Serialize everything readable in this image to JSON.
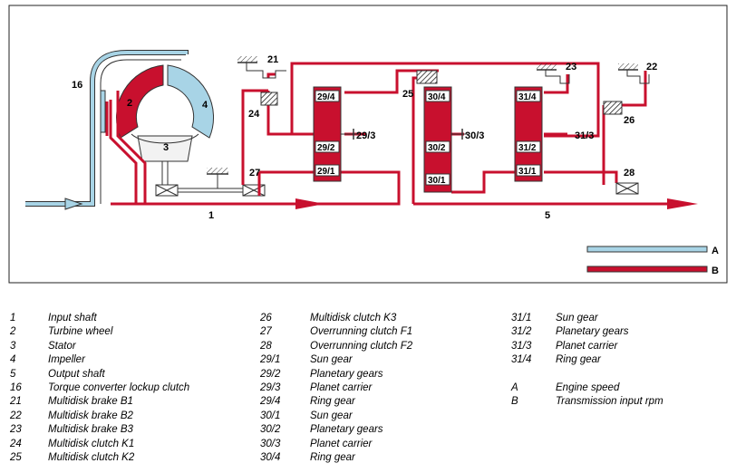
{
  "diagram": {
    "labels": {
      "l16": "16",
      "l2": "2",
      "l3": "3",
      "l4": "4",
      "l1": "1",
      "l5": "5",
      "l21": "21",
      "l22": "22",
      "l23": "23",
      "l24": "24",
      "l25": "25",
      "l26": "26",
      "l27": "27",
      "l28": "28",
      "l29_4": "29/4",
      "l29_3": "29/3",
      "l29_2": "29/2",
      "l29_1": "29/1",
      "l30_4": "30/4",
      "l30_3": "30/3",
      "l30_2": "30/2",
      "l30_1": "30/1",
      "l31_4": "31/4",
      "l31_3": "31/3",
      "l31_2": "31/2",
      "l31_1": "31/1",
      "lA": "A",
      "lB": "B"
    },
    "colors": {
      "engine_speed": "#a8d4e6",
      "input_rpm": "#c8102e",
      "outline": "#333333"
    }
  },
  "legend": {
    "col1": [
      {
        "num": "1",
        "text": "Input shaft"
      },
      {
        "num": "2",
        "text": "Turbine wheel"
      },
      {
        "num": "3",
        "text": "Stator"
      },
      {
        "num": "4",
        "text": "Impeller"
      },
      {
        "num": "5",
        "text": "Output shaft"
      },
      {
        "num": "16",
        "text": "Torque converter lockup clutch"
      },
      {
        "num": "21",
        "text": "Multidisk brake B1"
      },
      {
        "num": "22",
        "text": "Multidisk brake B2"
      },
      {
        "num": "23",
        "text": "Multidisk brake B3"
      },
      {
        "num": "24",
        "text": "Multidisk clutch K1"
      },
      {
        "num": "25",
        "text": "Multidisk clutch K2"
      }
    ],
    "col2": [
      {
        "num": "26",
        "text": "Multidisk clutch K3"
      },
      {
        "num": "27",
        "text": "Overrunning clutch F1"
      },
      {
        "num": "28",
        "text": "Overrunning clutch F2"
      },
      {
        "num": "29/1",
        "text": "Sun gear"
      },
      {
        "num": "29/2",
        "text": "Planetary gears"
      },
      {
        "num": "29/3",
        "text": "Planet carrier"
      },
      {
        "num": "29/4",
        "text": "Ring gear"
      },
      {
        "num": "30/1",
        "text": "Sun gear"
      },
      {
        "num": "30/2",
        "text": "Planetary gears"
      },
      {
        "num": "30/3",
        "text": "Planet carrier"
      },
      {
        "num": "30/4",
        "text": "Ring gear"
      }
    ],
    "col3": [
      {
        "num": "31/1",
        "text": "Sun gear"
      },
      {
        "num": "31/2",
        "text": "Planetary gears"
      },
      {
        "num": "31/3",
        "text": "Planet carrier"
      },
      {
        "num": "31/4",
        "text": "Ring gear"
      },
      {
        "num": "",
        "text": ""
      },
      {
        "num": "A",
        "text": "Engine speed"
      },
      {
        "num": "B",
        "text": "Transmission input rpm"
      }
    ]
  }
}
